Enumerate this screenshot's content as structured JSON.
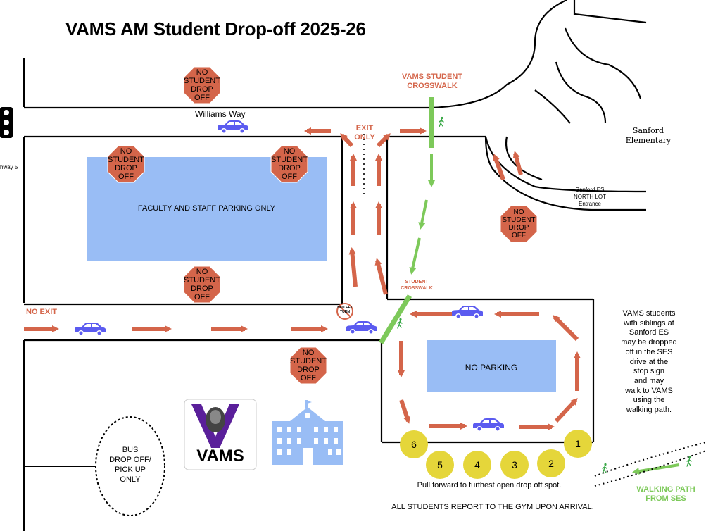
{
  "title": "VAMS AM Student Drop-off 2025-26",
  "roads": {
    "williams_way": "Williams Way",
    "highway_partial": "hway 5"
  },
  "school": {
    "sanford_elementary": [
      "Sanford",
      "Elementary"
    ],
    "north_lot_entrance": [
      "Sanford ES",
      "NORTH LOT",
      "Entrance"
    ]
  },
  "areas": {
    "faculty_parking": "FACULTY AND STAFF PARKING ONLY",
    "no_parking": "NO PARKING",
    "bus_zone": [
      "BUS",
      "DROP OFF/",
      "PICK UP",
      "ONLY"
    ]
  },
  "signs": {
    "no_student_drop_off": [
      "NO",
      "STUDENT",
      "DROP OFF"
    ],
    "no_student_drop_off_stacked": [
      "NO",
      "STUDENT",
      "DROP",
      "OFF"
    ],
    "no_left_turn": [
      "NO LEFT",
      "TURN"
    ]
  },
  "labels": {
    "vams_crosswalk": [
      "VAMS STUDENT",
      "CROSSWALK"
    ],
    "student_crosswalk": [
      "STUDENT",
      "CROSSWALK"
    ],
    "exit_only": [
      "EXIT",
      "ONLY"
    ],
    "no_exit": "NO EXIT",
    "walking_path": [
      "WALKING PATH",
      "FROM SES"
    ]
  },
  "drop_off_spots": [
    "1",
    "2",
    "3",
    "4",
    "5",
    "6"
  ],
  "notes": {
    "siblings": [
      "VAMS students",
      "with siblings at",
      "Sanford ES",
      "may be dropped",
      "off in the SES",
      "drive at the",
      "stop sign",
      "and may",
      "walk to VAMS",
      "using the",
      "walking path."
    ],
    "pull_forward": "Pull forward to furthest open drop off spot.",
    "report_gym": "ALL STUDENTS REPORT TO THE GYM UPON ARRIVAL."
  },
  "logo": {
    "text": "VAMS"
  },
  "colors": {
    "arrow_red": "#d4654a",
    "walk_green": "#7dc95a",
    "area_blue": "#99bdf5",
    "stop_sign": "#d4654a",
    "car_blue": "#5b5bf0",
    "spot_yellow": "#e5d63a"
  },
  "icons": [
    "traffic-light-icon",
    "car-icon",
    "stop-sign-icon",
    "pedestrian-icon",
    "school-building-icon",
    "vams-logo"
  ]
}
